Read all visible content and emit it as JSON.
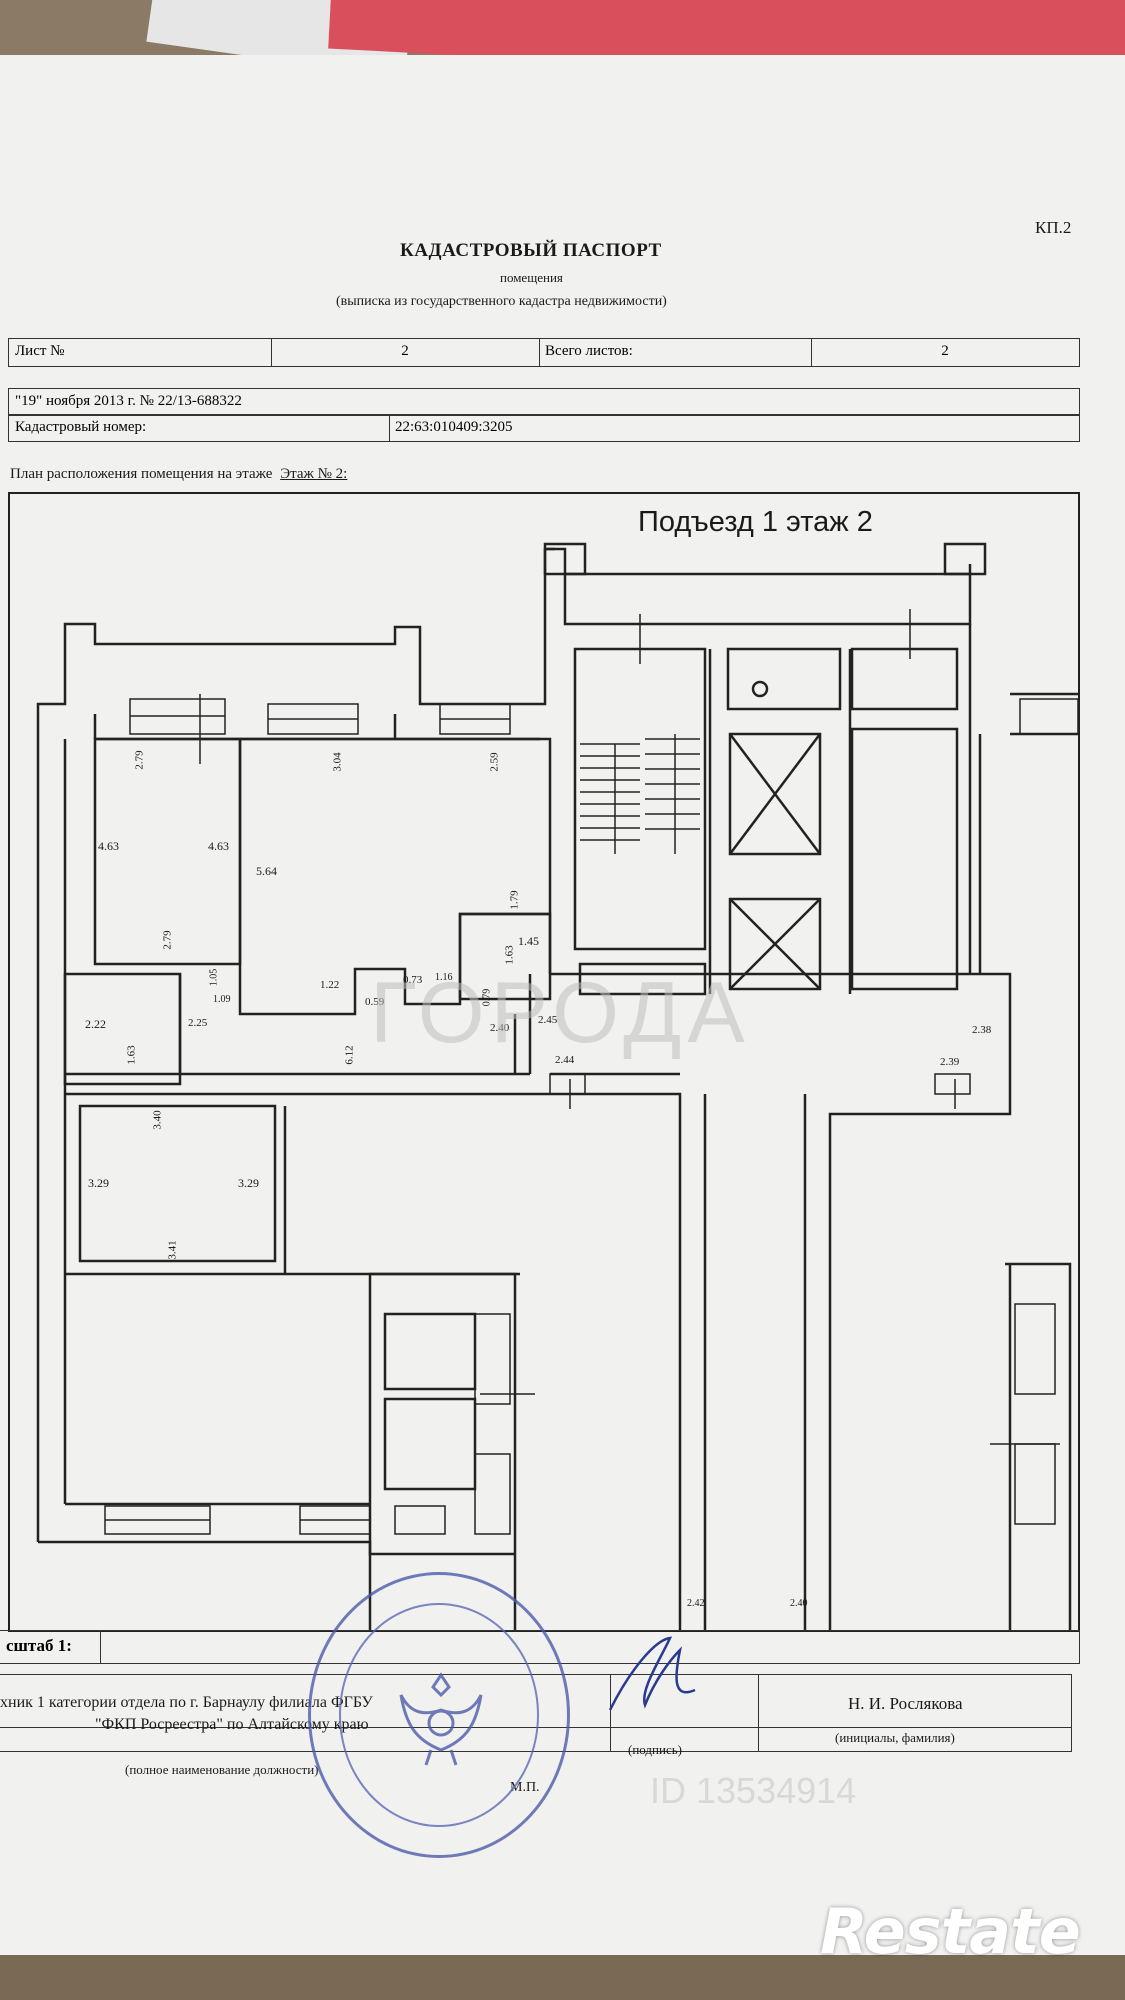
{
  "header": {
    "code": "КП.2",
    "title": "КАДАСТРОВЫЙ ПАСПОРТ",
    "subtitle": "помещения",
    "subtitle2": "(выписка из государственного кадастра недвижимости)"
  },
  "sheet": {
    "label": "Лист №",
    "number": "2",
    "total_label": "Всего листов:",
    "total": "2"
  },
  "record": {
    "date": "\"19\" ноября 2013 г. № 22/13-688322",
    "cadastral_label": "Кадастровый номер:",
    "cadastral_number": "22:63:010409:3205"
  },
  "plan": {
    "caption": "План расположения помещения на этаже",
    "floor_link": "Этаж № 2:",
    "title": "Подъезд 1 этаж 2",
    "dimensions": [
      {
        "id": "d1",
        "value": "2.79"
      },
      {
        "id": "d2",
        "value": "3.04"
      },
      {
        "id": "d3",
        "value": "2.59"
      },
      {
        "id": "d4",
        "value": "4.63"
      },
      {
        "id": "d5",
        "value": "4.63"
      },
      {
        "id": "d6",
        "value": "5.64"
      },
      {
        "id": "d7",
        "value": "1.79"
      },
      {
        "id": "d8",
        "value": "2.79"
      },
      {
        "id": "d9",
        "value": "1.45"
      },
      {
        "id": "d10",
        "value": "1.63"
      },
      {
        "id": "d11",
        "value": "1.05"
      },
      {
        "id": "d12",
        "value": "1.09"
      },
      {
        "id": "d13",
        "value": "1.22"
      },
      {
        "id": "d14",
        "value": "0.73"
      },
      {
        "id": "d15",
        "value": "1.16"
      },
      {
        "id": "d16",
        "value": "0.59"
      },
      {
        "id": "d17",
        "value": "0.79"
      },
      {
        "id": "d18",
        "value": "2.40"
      },
      {
        "id": "d19",
        "value": "2.45"
      },
      {
        "id": "d20",
        "value": "2.22"
      },
      {
        "id": "d21",
        "value": "2.25"
      },
      {
        "id": "d22",
        "value": "1.63"
      },
      {
        "id": "d23",
        "value": "6.12"
      },
      {
        "id": "d24",
        "value": "2.44"
      },
      {
        "id": "d25",
        "value": "2.38"
      },
      {
        "id": "d26",
        "value": "2.39"
      },
      {
        "id": "d27",
        "value": "3.40"
      },
      {
        "id": "d28",
        "value": "3.29"
      },
      {
        "id": "d29",
        "value": "3.29"
      },
      {
        "id": "d30",
        "value": "3.41"
      },
      {
        "id": "d31",
        "value": "2.42"
      },
      {
        "id": "d32",
        "value": "2.40"
      }
    ]
  },
  "footer": {
    "scale_label": "сштаб 1:",
    "position": "хник 1 категории отдела по г. Барнаулу филиала ФГБУ",
    "org": "\"ФКП Росреестра\" по Алтайскому краю",
    "org_caption": "(полное наименование должности)",
    "signature_caption": "(подпись)",
    "name": "Н. И. Рослякова",
    "name_caption": "(инициалы, фамилия)",
    "seal_mark": "М.П."
  },
  "watermarks": {
    "brand": "ГОРОДА",
    "id": "ID 13534914",
    "logo": "Restate"
  }
}
